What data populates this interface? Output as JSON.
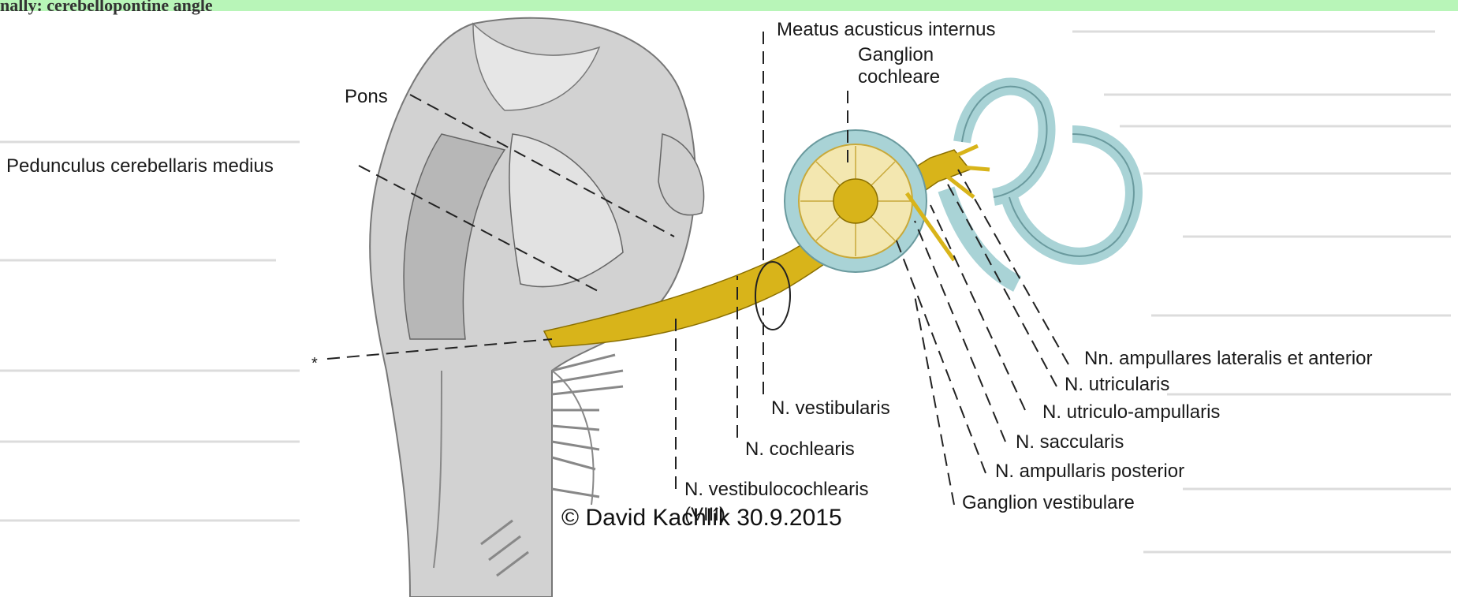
{
  "header_text": "nally: cerebellopontine angle",
  "labels": {
    "meatus": "Meatus acusticus internus",
    "ganglion_cochleare_1": "Ganglion",
    "ganglion_cochleare_2": "cochleare",
    "pons": "Pons",
    "pedunculus": "Pedunculus cerebellaris medius",
    "asterisk": "*",
    "nn_ampullares": "Nn. ampullares lateralis et anterior",
    "n_utricularis": "N. utricularis",
    "n_utriculo": "N. utriculo-ampullaris",
    "n_saccularis": "N. saccularis",
    "n_ampullaris_post": "N. ampullaris posterior",
    "ganglion_vestibulare": "Ganglion vestibulare",
    "n_vestibularis": "N. vestibularis",
    "n_cochlearis": "N. cochlearis",
    "n_vestibulocochlearis": "N. vestibulocochlearis",
    "n_vestibulocochlearis_2": "(VIII)"
  },
  "copyright": "© David Kachlík 30.9.2015",
  "colors": {
    "nerve": "#d8b41a",
    "labyrinth": "#a9d3d6",
    "brainstem": "#c9c9c9",
    "background_bar": "#b8f5b8"
  }
}
